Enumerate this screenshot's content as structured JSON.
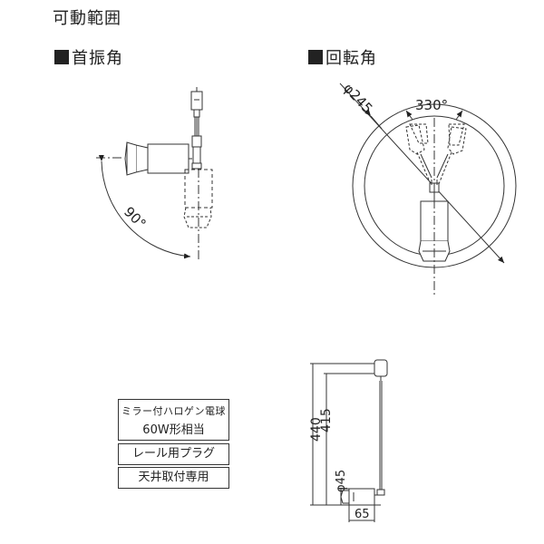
{
  "title": "可動範囲",
  "sections": {
    "tilt_label": "首振角",
    "rotation_label": "回転角"
  },
  "dimensions": {
    "tilt_angle": "90°",
    "diameter": "φ245",
    "rotation_angle": "330°",
    "total_height": "440",
    "cord_length": "415",
    "body_diameter": "φ45",
    "body_width": "65"
  },
  "specs": {
    "bulb_line1": "ミラー付ハロゲン電球",
    "bulb_line2": "60W形相当",
    "mount": "レール用プラグ",
    "usage": "天井取付専用"
  }
}
